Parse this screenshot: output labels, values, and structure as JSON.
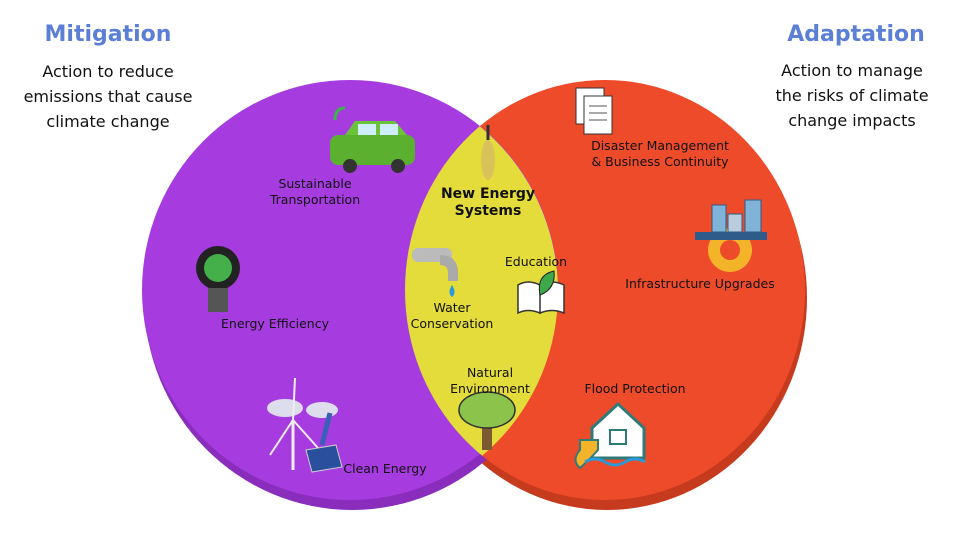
{
  "left": {
    "title": "Mitigation",
    "subtitle": [
      "Action to reduce",
      "emissions that cause",
      "climate change"
    ],
    "items": [
      "Sustainable\nTransportation",
      "Energy Efficiency",
      "Clean Energy"
    ]
  },
  "right": {
    "title": "Adaptation",
    "subtitle": [
      "Action to manage",
      "the risks of climate",
      "change impacts"
    ],
    "items": [
      "Disaster Management\n& Business Continuity",
      "Infrastructure Upgrades",
      "Flood Protection"
    ]
  },
  "overlap": {
    "items": [
      "New Energy\nSystems",
      "Water\nConservation",
      "Education",
      "Natural\nEnvironment"
    ]
  },
  "colors": {
    "mitigation": "#a63ce0",
    "adaptation": "#ee4b2b",
    "overlap": "#e3dc3b",
    "title": "#5b7fd6"
  }
}
